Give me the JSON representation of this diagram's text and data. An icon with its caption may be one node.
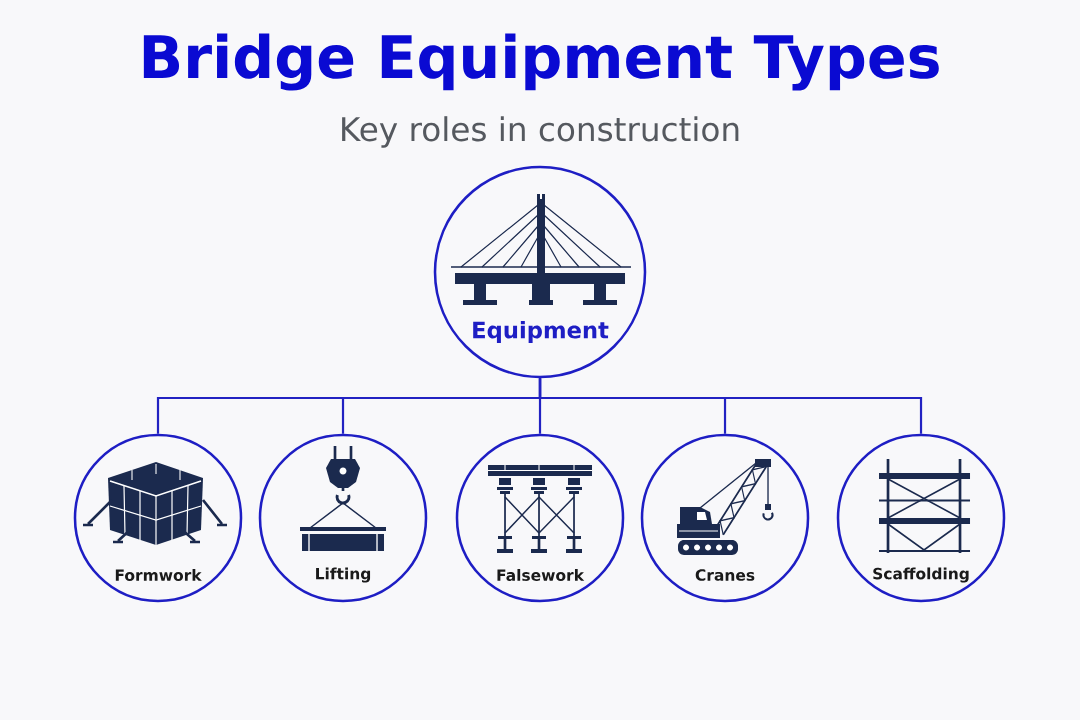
{
  "diagram": {
    "title": "Bridge Equipment Types",
    "nodes": [
      {
        "text": [
          "Equipment"
        ]
      },
      {
        "text": [
          "Formwork"
        ]
      },
      {
        "text": [
          "Lifting"
        ]
      },
      {
        "text": [
          "Falsework"
        ]
      },
      {
        "text": [
          "Cranes"
        ]
      },
      {
        "text": [
          "Scaffolding"
        ]
      }
    ],
    "edges": [
      {
        "from": 0,
        "to": 1,
        "arrow": "none"
      },
      {
        "from": 0,
        "to": 2,
        "arrow": "none"
      },
      {
        "from": 0,
        "to": 3,
        "arrow": "none"
      },
      {
        "from": 0,
        "to": 4,
        "arrow": "none"
      },
      {
        "from": 0,
        "to": 5,
        "arrow": "none"
      }
    ],
    "labels": [
      "Key roles in construction"
    ]
  }
}
